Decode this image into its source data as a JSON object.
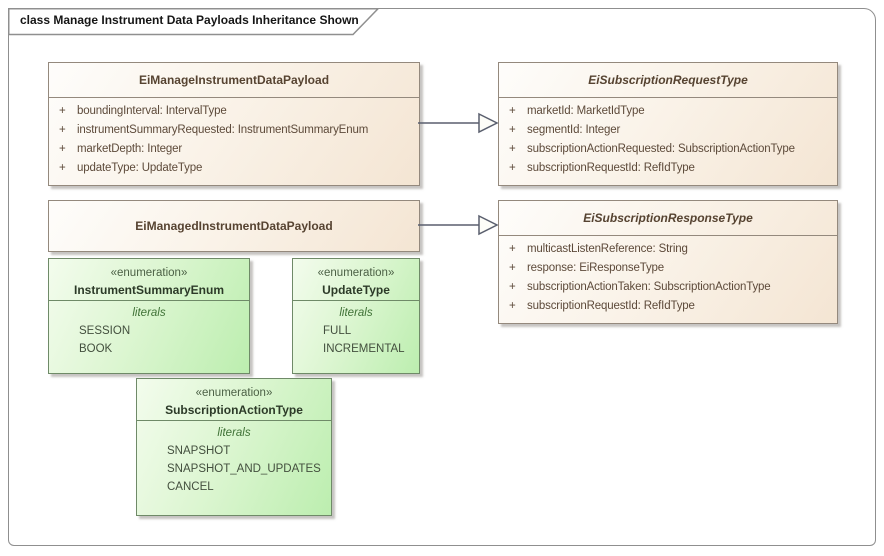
{
  "frame": {
    "title": "class Manage Instrument Data Payloads Inheritance Shown"
  },
  "visibility": "+",
  "classes": {
    "manage": {
      "name": "EiManageInstrumentDataPayload",
      "attributes": [
        "boundingInterval: IntervalType",
        "instrumentSummaryRequested: InstrumentSummaryEnum",
        "marketDepth: Integer",
        "updateType: UpdateType"
      ]
    },
    "request": {
      "name": "EiSubscriptionRequestType",
      "attributes": [
        "marketId: MarketIdType",
        "segmentId: Integer",
        "subscriptionActionRequested: SubscriptionActionType",
        "subscriptionRequestId: RefIdType"
      ]
    },
    "managed": {
      "name": "EiManagedInstrumentDataPayload",
      "attributes": []
    },
    "response": {
      "name": "EiSubscriptionResponseType",
      "attributes": [
        "multicastListenReference: String",
        "response: EiResponseType",
        "subscriptionActionTaken: SubscriptionActionType",
        "subscriptionRequestId: RefIdType"
      ]
    }
  },
  "enums": {
    "instrument_summary": {
      "stereotype": "«enumeration»",
      "name": "InstrumentSummaryEnum",
      "section_label": "literals",
      "literals": [
        "SESSION",
        "BOOK"
      ]
    },
    "update_type": {
      "stereotype": "«enumeration»",
      "name": "UpdateType",
      "section_label": "literals",
      "literals": [
        "FULL",
        "INCREMENTAL"
      ]
    },
    "subscription_action": {
      "stereotype": "«enumeration»",
      "name": "SubscriptionActionType",
      "section_label": "literals",
      "literals": [
        "SNAPSHOT",
        "SNAPSHOT_AND_UPDATES",
        "CANCEL"
      ]
    }
  },
  "relations": [
    {
      "type": "generalization",
      "from": "EiManageInstrumentDataPayload",
      "to": "EiSubscriptionRequestType"
    },
    {
      "type": "generalization",
      "from": "EiManagedInstrumentDataPayload",
      "to": "EiSubscriptionResponseType"
    }
  ],
  "colors": {
    "class_fill_start": "#fefdfb",
    "class_fill_end": "#f4e5d3",
    "class_border": "#94897d",
    "class_text": "#5d4a3a",
    "enum_fill_start": "#f3fced",
    "enum_fill_end": "#bceeaf",
    "enum_border": "#6f8a68",
    "enum_title_text": "#2c3a28",
    "enum_literal_text": "#434f3e",
    "enum_accent_text": "#3f7136",
    "connector": "#5a5f6e",
    "frame_border": "#8f8f8f"
  }
}
